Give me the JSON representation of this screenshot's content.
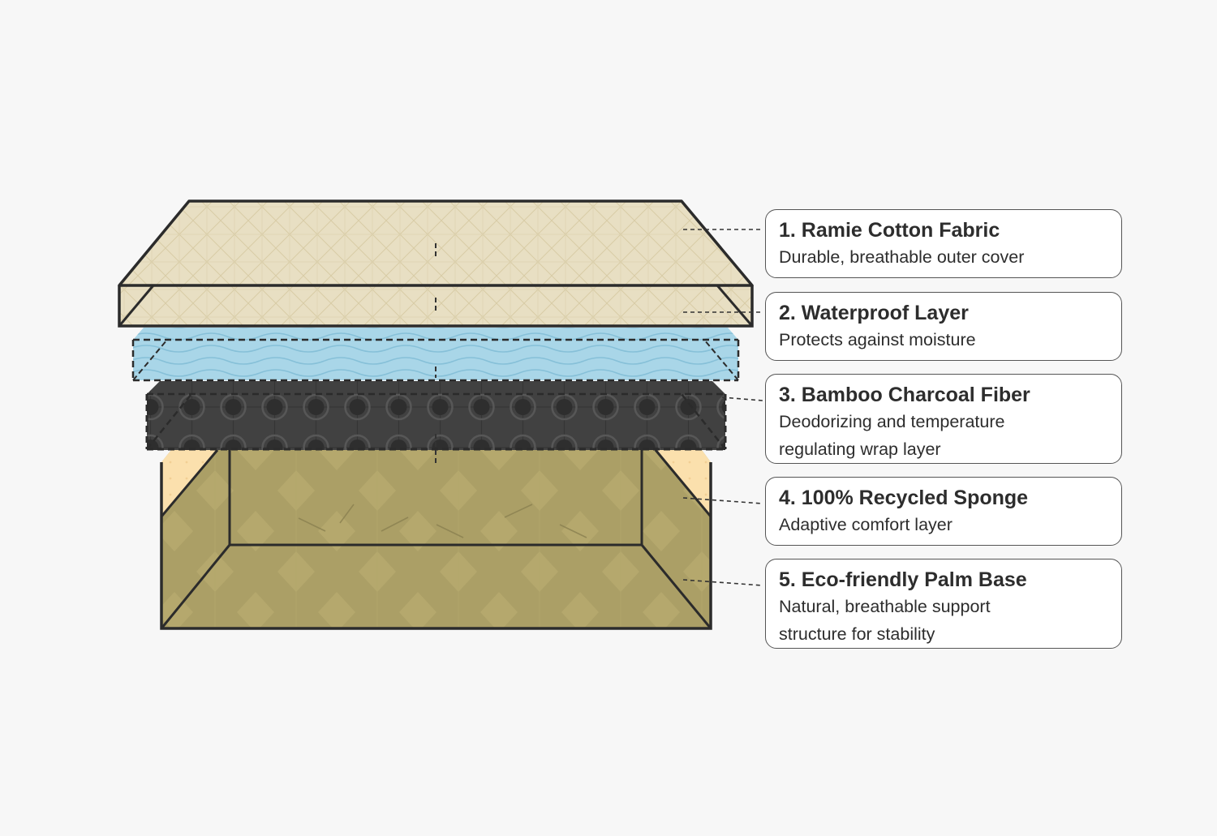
{
  "diagram": {
    "subject": "Mattress layer construction (exploded view)",
    "layers": [
      {
        "number": "1",
        "title": "1. Ramie Cotton Fabric",
        "description": "Durable, breathable outer cover",
        "fill": "#e8dfc3",
        "pattern": "diamond-grid"
      },
      {
        "number": "2",
        "title": "2. Waterproof Layer",
        "description": "Protects against moisture",
        "fill": "#a9d6e8",
        "pattern": "waves"
      },
      {
        "number": "3",
        "title": "3. Bamboo Charcoal Fiber",
        "description": "Deodorizing and temperature\nregulating wrap layer",
        "fill": "#3f3f3f",
        "pattern": "circles"
      },
      {
        "number": "4",
        "title": "4. 100% Recycled Sponge",
        "description": "Adaptive comfort layer",
        "fill": "#fbe0ad",
        "pattern": "dots"
      },
      {
        "number": "5",
        "title": "5. Eco-friendly Palm Base",
        "description": "Natural, breathable support\nstructure for stability",
        "fill": "#ab9f66",
        "pattern": "diamonds"
      }
    ],
    "colors": {
      "background": "#f7f7f7",
      "outline": "#2b2b2b",
      "callout_border": "#555555"
    }
  }
}
